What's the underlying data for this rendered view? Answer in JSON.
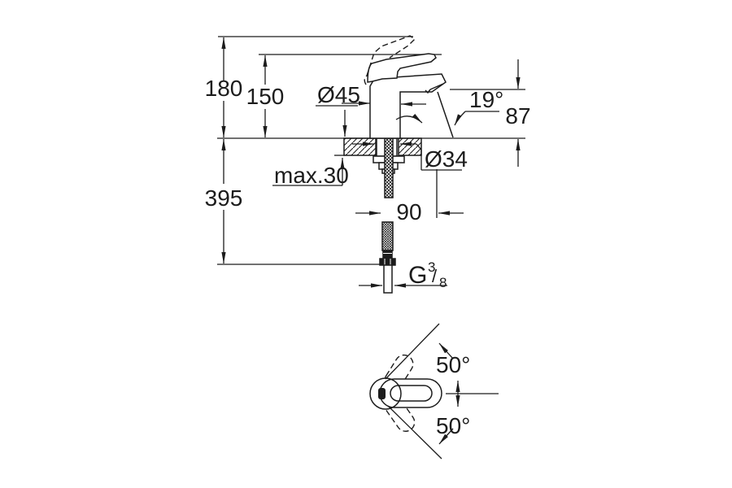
{
  "drawing": {
    "kind": "faucet dimensional technical drawing",
    "units_implied": "mm",
    "colors": {
      "line": "#1c1c1c",
      "background": "#ffffff"
    },
    "side_view": {
      "overall_height": "180",
      "lever_height": "150",
      "under_counter_length": "395",
      "body_diameter": "Ø45",
      "max_deck_thickness": "max.30",
      "hole_diameter": "Ø34",
      "spout_reach": "90",
      "stream_angle": "19°",
      "spout_outlet_height": "87",
      "thread": {
        "g": "G",
        "numerator": "3",
        "slash": "/",
        "denominator": "8"
      }
    },
    "top_view": {
      "handle_swing_up": "50°",
      "handle_swing_down": "50°"
    }
  }
}
